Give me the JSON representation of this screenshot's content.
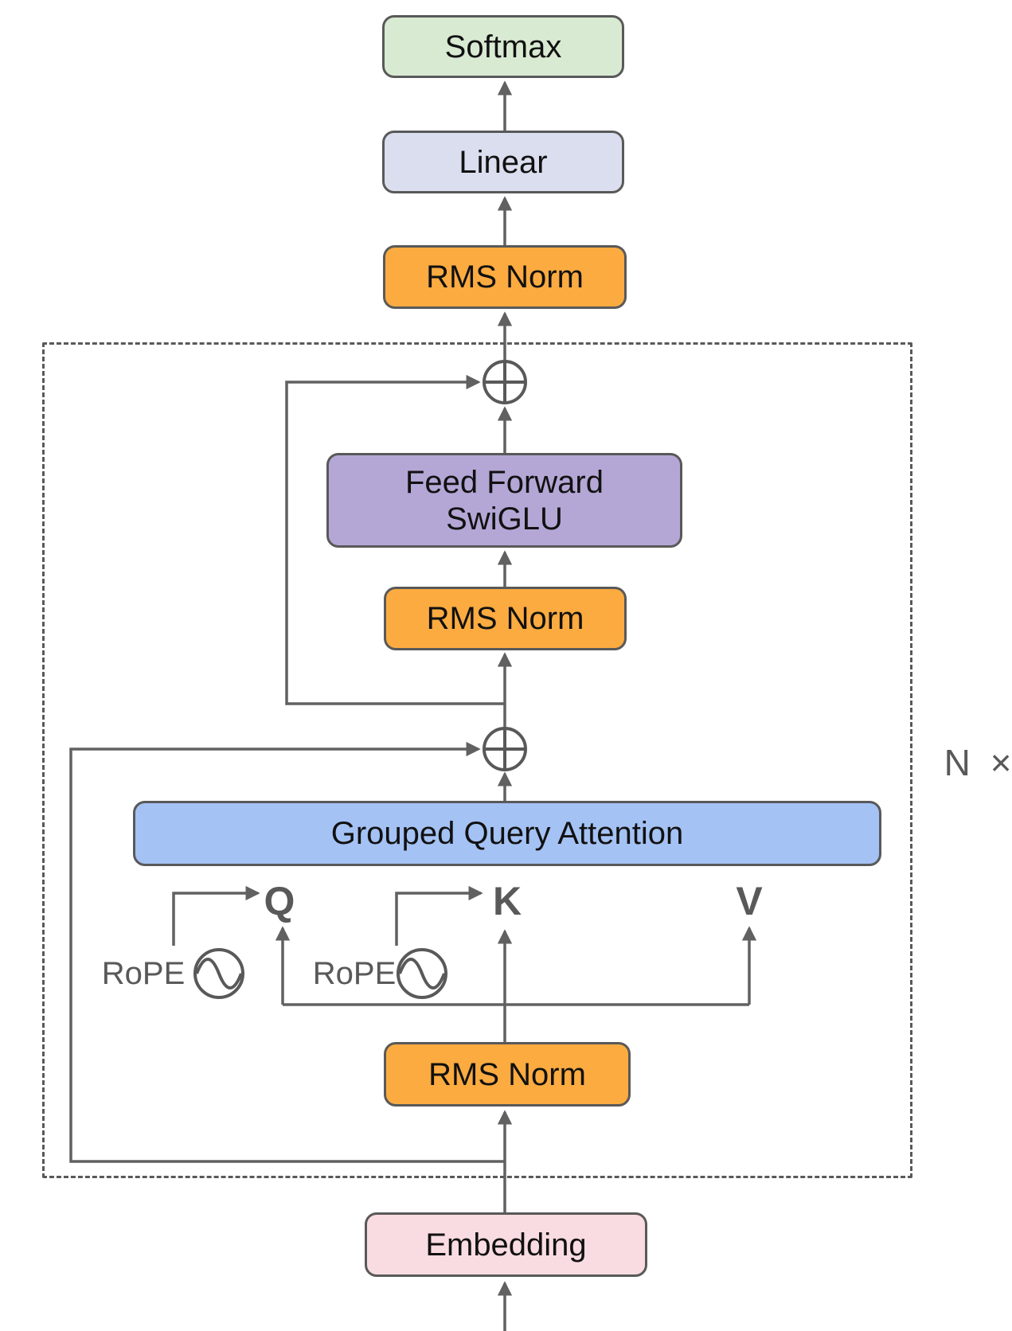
{
  "blocks": {
    "softmax": "Softmax",
    "linear": "Linear",
    "rms_norm_top": "RMS Norm",
    "feed_forward": "Feed Forward\nSwiGLU",
    "rms_norm_mid": "RMS Norm",
    "gqa": "Grouped Query Attention",
    "rms_norm_bottom": "RMS Norm",
    "embedding": "Embedding"
  },
  "labels": {
    "q": "Q",
    "k": "K",
    "v": "V",
    "rope_left": "RoPE",
    "rope_right": "RoPE",
    "repeat": "N ×"
  },
  "colors": {
    "softmax_fill": "#d9ead3",
    "linear_fill": "#dbdeee",
    "rms_norm_fill": "#fbab40",
    "feed_forward_fill": "#b4a7d6",
    "attention_fill": "#a4c2f4",
    "embedding_fill": "#f9dce1",
    "box_border": "#595959",
    "line": "#616161",
    "label_text": "#111111",
    "gray_text": "#595959"
  }
}
